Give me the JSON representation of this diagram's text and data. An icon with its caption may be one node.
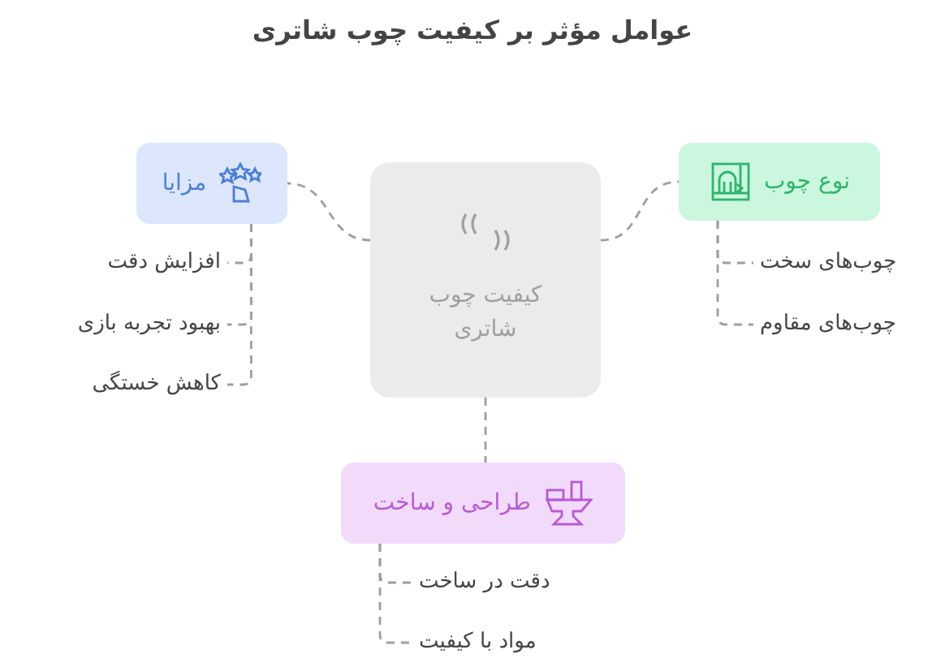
{
  "diagram": {
    "title": "عوامل مؤثر بر کیفیت چوب شاتری",
    "nodes": [
      {
        "text": [
          "کیفیت چوب شاتری"
        ]
      },
      {
        "text": [
          "مزایا"
        ]
      },
      {
        "text": [
          "افزایش دقت"
        ]
      },
      {
        "text": [
          "بهبود تجربه بازی"
        ]
      },
      {
        "text": [
          "کاهش خستگی"
        ]
      },
      {
        "text": [
          "نوع چوب"
        ]
      },
      {
        "text": [
          "چوب‌های سخت"
        ]
      },
      {
        "text": [
          "چوب‌های مقاوم"
        ]
      },
      {
        "text": [
          "طراحی و ساخت"
        ]
      },
      {
        "text": [
          "دقت در ساخت"
        ]
      },
      {
        "text": [
          "مواد با کیفیت"
        ]
      }
    ],
    "edges": [
      {
        "from": 0,
        "to": 1,
        "arrow": "none"
      },
      {
        "from": 1,
        "to": 2,
        "arrow": "none"
      },
      {
        "from": 1,
        "to": 3,
        "arrow": "none"
      },
      {
        "from": 1,
        "to": 4,
        "arrow": "none"
      },
      {
        "from": 0,
        "to": 5,
        "arrow": "none"
      },
      {
        "from": 5,
        "to": 6,
        "arrow": "none"
      },
      {
        "from": 5,
        "to": 7,
        "arrow": "none"
      },
      {
        "from": 0,
        "to": 8,
        "arrow": "none"
      },
      {
        "from": 8,
        "to": 9,
        "arrow": "none"
      },
      {
        "from": 8,
        "to": 10,
        "arrow": "none"
      }
    ]
  }
}
